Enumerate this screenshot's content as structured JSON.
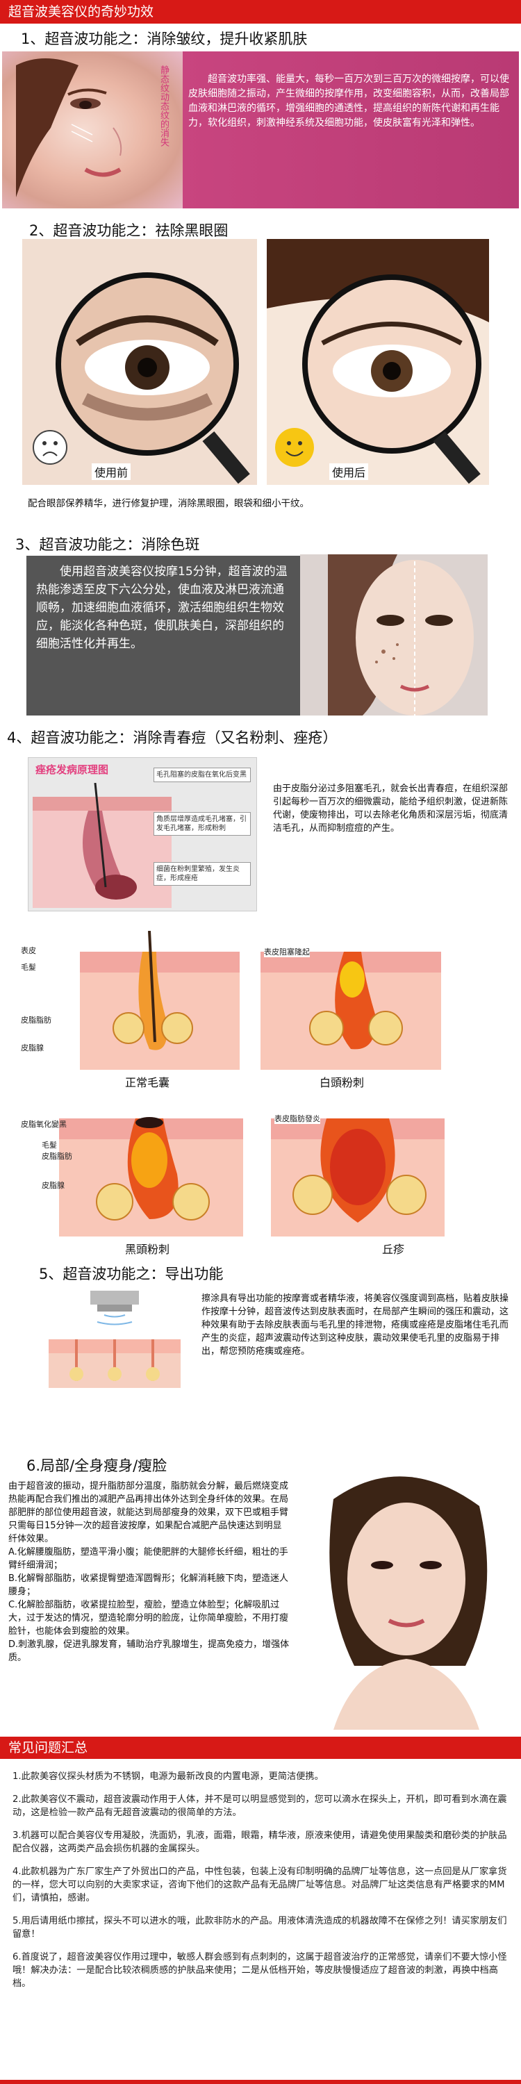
{
  "header_title": "超音波美容仪的奇妙功效",
  "section1": {
    "title": "1、超音波功能之：消除皱纹，提升收紧肌肤",
    "image_text": [
      "静",
      "态",
      "纹",
      "动",
      "态",
      "纹",
      "的",
      "消",
      "失"
    ],
    "body": "超音波功率强、能量大，每秒一百万次到三百万次的微细按摩，可以使皮肤细胞随之振动，产生微细的按摩作用，改变细胞容积，从而，改善局部血液和淋巴液的循环，增强细胞的通透性，提高组织的新陈代谢和再生能力，软化组织，刺激神经系统及细胞功能，使皮肤富有光泽和弹性。"
  },
  "section2": {
    "title": "2、超音波功能之：祛除黑眼圈",
    "before_label": "使用前",
    "after_label": "使用后",
    "caption": "配合眼部保养精华，进行修复护理，消除黑眼圈，眼袋和细小干纹。"
  },
  "section3": {
    "title": "3、超音波功能之：消除色斑",
    "body": "使用超音波美容仪按摩15分钟，超音波的温热能渗透至皮下六公分处，使血液及淋巴液流通顺畅，加速细胞血液循环，激活细胞组织生物效应，能淡化各种色斑，使肌肤美白，深部组织的细胞活性化并再生。"
  },
  "section4": {
    "title": "4、超音波功能之：消除青春痘（又名粉刺、痤疮）",
    "diagram_title": "痤疮发病原理图",
    "diagram_notes": [
      "毛孔阻塞的皮脂在氧化后变黑",
      "角质层增厚造成毛孔堵塞，引发毛孔堵塞，形成粉刺",
      "细菌在粉刺里繁殖，发生炎症，形成痤疮"
    ],
    "body": "由于皮脂分泌过多阻塞毛孔，就会长出青春痘，在组织深部引起每秒一百万次的细微震动，能给予组织刺激，促进新陈代谢，使废物排出，可以去除老化角质和深层污垢，彻底清洁毛孔，从而抑制痘痘的产生。",
    "labels": {
      "epidermis": "表皮",
      "hair": "毛髮",
      "sebum": "皮脂脂肪",
      "gland": "皮脂腺",
      "blocked": "表皮阻塞隆起",
      "oxidized": "皮脂氧化變黑",
      "inflamed": "表皮脂肪發炎"
    },
    "captions": [
      "正常毛囊",
      "白頭粉刺",
      "黑頭粉刺",
      "丘疹"
    ]
  },
  "section5": {
    "title": "5、超音波功能之：导出功能",
    "body": "擦涂具有导出功能的按摩膏或者精华液，将美容仪强度调到高档，贴着皮肤操作按摩十分钟，超音波传达到皮肤表面时，在局部产生瞬间的强压和震动，这种效果有助于去除皮肤表面与毛孔里的排泄物，疮痍或痤疮是皮脂堵住毛孔而产生的炎症，超声波震动传达到这种皮肤，震动效果使毛孔里的皮脂易于排出，帮您预防疮痍或痤疮。"
  },
  "section6": {
    "title": "6.局部/全身瘦身/瘦脸",
    "body": "由于超音波的振动，提升脂肪部分温度，脂肪就会分解，最后燃烧变成热能再配合我们推出的减肥产品再排出体外达到全身纤体的效果。在局部肥胖的部位使用超音波，就能达到局部瘦身的效果，双下巴或粗手臂只需每日15分钟一次的超音波按摩，如果配合减肥产品快速达到明显纤体效果。\nA.化解腰腹脂肪，塑造平滑小腹；能使肥胖的大腿修长纤细，粗壮的手臂纤细滑润；\nB.化解臀部脂肪，收紧提臀塑造浑圆臀形；化解消耗腋下肉，塑造迷人腰身；\nC.化解脸部脂肪，收紧提拉脸型，瘦脸，塑造立体脸型；化解吸肌过大，过于发达的情况，塑造轮廓分明的脸庞，让你简单瘦脸，不用打瘦脸针，也能体会到瘦脸的效果。\nD.刺激乳腺，促进乳腺发育，辅助治疗乳腺增生，提高免疫力，增强体质。"
  },
  "faq": {
    "title": "常见问题汇总",
    "items": [
      "1.此款美容仪探头材质为不锈钢，电源为最新改良的内置电源，更简洁便携。",
      "2.此款美容仪不震动，超音波震动作用于人体，并不是可以明显感觉到的，您可以滴水在探头上，开机，即可看到水滴在震动，这是检验一款产品有无超音波震动的很简单的方法。",
      "3.机器可以配合美容仪专用凝胶，洗面奶，乳液，面霜，眼霜，精华液，原液来使用，请避免使用果酸类和磨砂类的护肤品配合仪器，这两类产品会损伤机器的金属探头。",
      "4.此款机器为广东厂家生产了外贸出口的产品，中性包装，包装上没有印制明确的品牌厂址等信息，这一点回是从厂家拿货的一样，您大可以向别的大卖家求证，咨询下他们的这款产品有无品牌厂址等信息。对品牌厂址这类信息有严格要求的MM们，请慎拍，感谢。",
      "5.用后请用纸巾擦拭，探头不可以进水的哦，此款非防水的产品。用液体清洗造成的机器故障不在保修之列！请买家朋友们留意！",
      "6.首度说了，超音波美容仪作用过理中，敏感人群会感到有点刺刺的，这属于超音波治疗的正常感觉，请亲们不要大惊小怪哦！解决办法：一是配合比较浓稠质感的护肤品来使用；二是从低档开始，等皮肤慢慢适应了超音波的刺激，再换中档高档。"
    ]
  },
  "colors": {
    "accent": "#d71916",
    "section1_bg": "#c8457f"
  }
}
